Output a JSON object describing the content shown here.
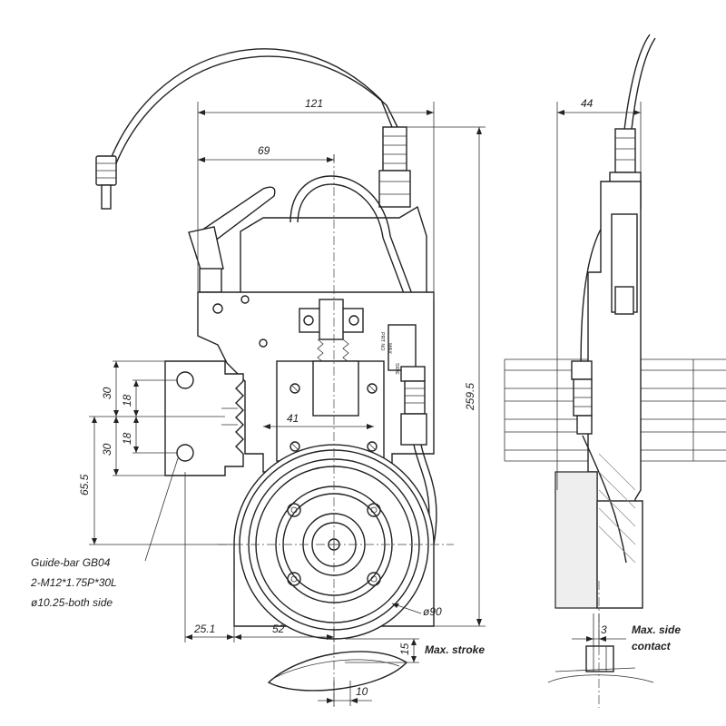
{
  "dimensions": {
    "w121": "121",
    "w69": "69",
    "w44": "44",
    "h259_5": "259.5",
    "h30_top": "30",
    "h18_top": "18",
    "h18_bot": "18",
    "h30_bot": "30",
    "h65_5": "65.5",
    "w41": "41",
    "w25_1": "25.1",
    "w52": "52",
    "h15": "15",
    "w10": "10",
    "w3": "3",
    "dia90": "ø90"
  },
  "labels": {
    "guide_bar": "Guide-bar GB04",
    "thread": "2-M12*1.75P*30L",
    "bore": "ø10.25-both side",
    "max_stroke": "Max. stroke",
    "max_side_1": "Max. side",
    "max_side_2": "contact"
  },
  "plate_text": {
    "line1": "PRT NO",
    "line2": "MAX",
    "line3": "SIDE"
  }
}
